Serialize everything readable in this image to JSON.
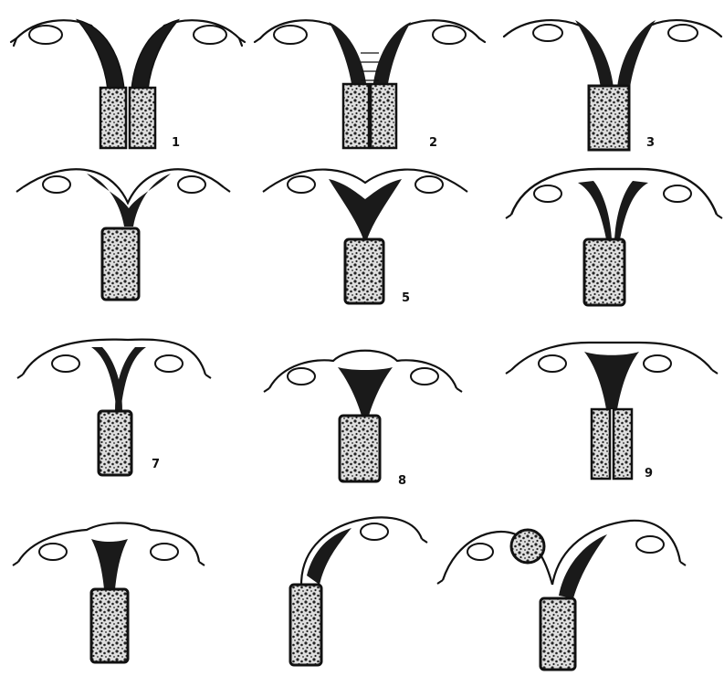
{
  "figure": {
    "labels": [
      "1",
      "2",
      "3",
      "5",
      "7",
      "8",
      "9"
    ]
  },
  "colors": {
    "ink": "#111111",
    "fill_dark": "#1a1a1a",
    "fill_speckle": "#3a3a3a",
    "paper": "#ffffff"
  }
}
